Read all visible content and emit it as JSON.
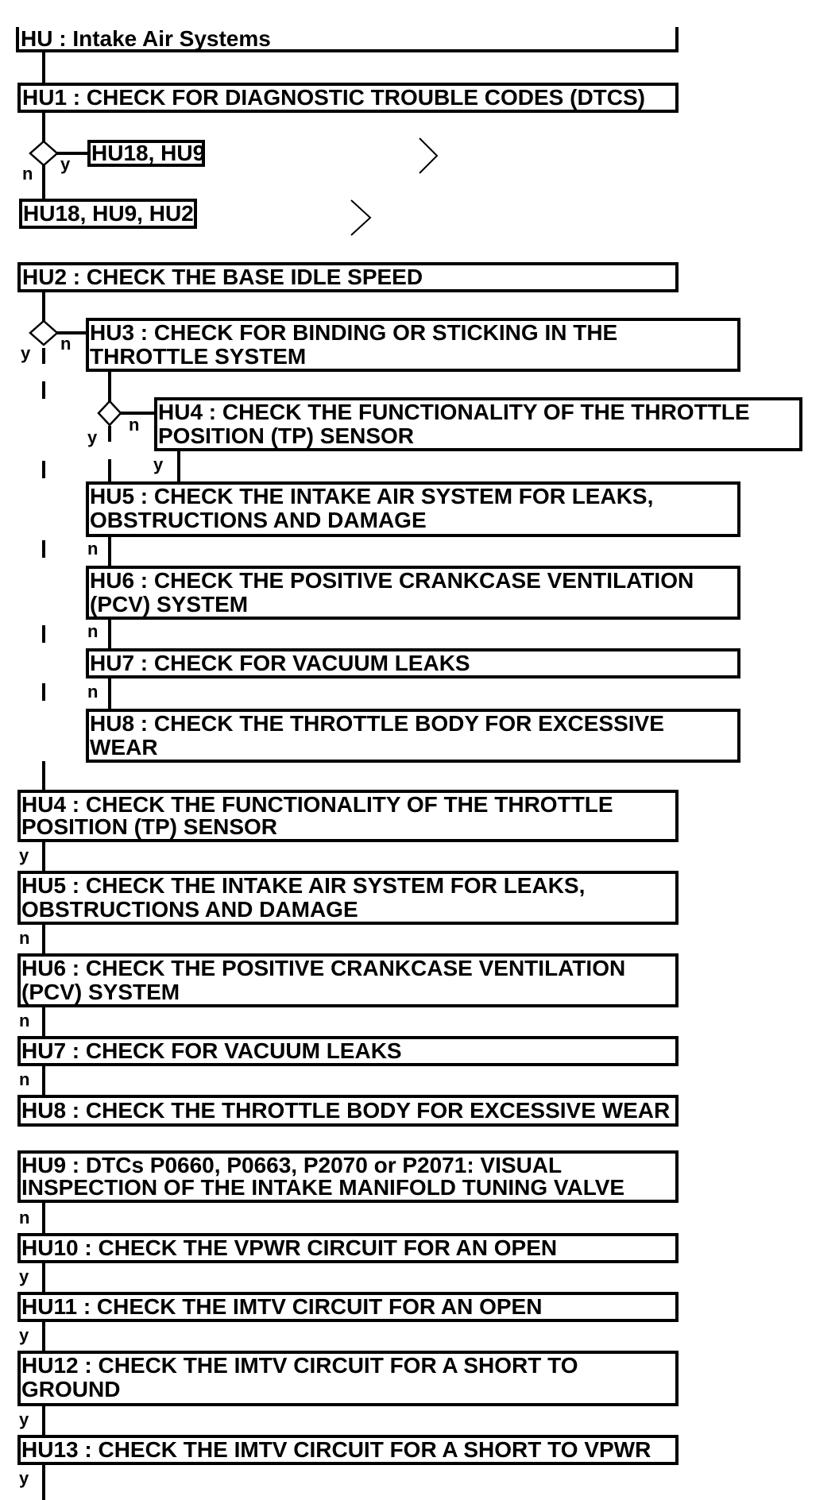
{
  "title": "HU : Intake Air Systems",
  "steps": {
    "hu1": "HU1 : CHECK FOR DIAGNOSTIC TROUBLE CODES (DTCS)",
    "hu1_yes_target": "HU18, HU9",
    "hu1_no_target": "HU18, HU9, HU2",
    "hu2": "HU2 : CHECK THE BASE IDLE SPEED",
    "hu3_line1": "HU3 : CHECK FOR BINDING OR STICKING IN THE",
    "hu3_line2": "THROTTLE SYSTEM",
    "hu4_sub_line1": "HU4 : CHECK THE FUNCTIONALITY OF THE THROTTLE",
    "hu4_sub_line2": "POSITION (TP) SENSOR",
    "hu5_sub_line1": "HU5 : CHECK THE INTAKE AIR SYSTEM FOR LEAKS,",
    "hu5_sub_line2": "OBSTRUCTIONS AND DAMAGE",
    "hu6_sub_line1": "HU6 : CHECK THE POSITIVE CRANKCASE VENTILATION",
    "hu6_sub_line2": "(PCV) SYSTEM",
    "hu7_sub": "HU7 : CHECK FOR VACUUM LEAKS",
    "hu8_sub_line1": "HU8 : CHECK THE THROTTLE BODY FOR EXCESSIVE",
    "hu8_sub_line2": "WEAR",
    "hu4_line1": "HU4 : CHECK THE FUNCTIONALITY OF THE THROTTLE",
    "hu4_line2": "POSITION (TP) SENSOR",
    "hu5_line1": "HU5 : CHECK THE INTAKE AIR SYSTEM FOR LEAKS,",
    "hu5_line2": "OBSTRUCTIONS AND DAMAGE",
    "hu6_line1": "HU6 : CHECK THE POSITIVE CRANKCASE VENTILATION",
    "hu6_line2": "(PCV) SYSTEM",
    "hu7": "HU7 : CHECK FOR VACUUM LEAKS",
    "hu8": "HU8 : CHECK THE THROTTLE BODY FOR EXCESSIVE WEAR",
    "hu9_line1": "HU9 : DTCs P0660, P0663, P2070 or P2071: VISUAL",
    "hu9_line2": "INSPECTION OF THE INTAKE MANIFOLD TUNING VALVE",
    "hu10": "HU10 : CHECK THE VPWR CIRCUIT FOR AN OPEN",
    "hu11": "HU11 : CHECK THE IMTV CIRCUIT FOR AN OPEN",
    "hu12_line1": "HU12 : CHECK THE IMTV CIRCUIT FOR A SHORT TO",
    "hu12_line2": "GROUND",
    "hu13": "HU13 : CHECK THE IMTV CIRCUIT FOR A SHORT TO VPWR"
  },
  "labels": {
    "yes": "y",
    "no": "n"
  }
}
